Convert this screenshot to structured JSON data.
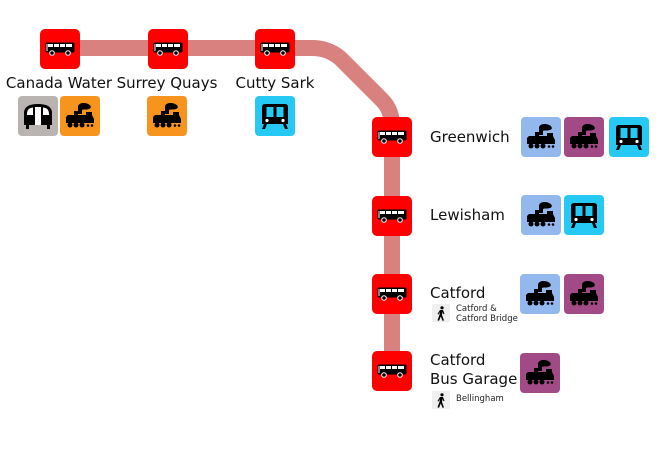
{
  "route": {
    "line_color": "#d9817f",
    "stop_color": "#ff0000",
    "stop_icon": "bus-icon"
  },
  "colors": {
    "underground": "#b9b4b2",
    "overground": "#f7941d",
    "dlr": "#25c9f3",
    "national_rail": "#92b8ee",
    "thameslink": "#a24a86"
  },
  "stops": [
    {
      "name": "Canada Water",
      "interchanges": [
        {
          "mode": "underground",
          "icon": "underground-train-icon",
          "color": "#b9b4b2"
        },
        {
          "mode": "overground",
          "icon": "steam-train-icon",
          "color": "#f7941d"
        }
      ]
    },
    {
      "name": "Surrey Quays",
      "interchanges": [
        {
          "mode": "overground",
          "icon": "steam-train-icon",
          "color": "#f7941d"
        }
      ]
    },
    {
      "name": "Cutty Sark",
      "interchanges": [
        {
          "mode": "dlr",
          "icon": "dlr-train-icon",
          "color": "#25c9f3"
        }
      ]
    },
    {
      "name": "Greenwich",
      "interchanges": [
        {
          "mode": "national_rail",
          "icon": "steam-train-icon",
          "color": "#92b8ee"
        },
        {
          "mode": "thameslink",
          "icon": "steam-train-icon",
          "color": "#a24a86"
        },
        {
          "mode": "dlr",
          "icon": "dlr-train-icon",
          "color": "#25c9f3"
        }
      ]
    },
    {
      "name": "Lewisham",
      "interchanges": [
        {
          "mode": "national_rail",
          "icon": "steam-train-icon",
          "color": "#92b8ee"
        },
        {
          "mode": "dlr",
          "icon": "dlr-train-icon",
          "color": "#25c9f3"
        }
      ]
    },
    {
      "name": "Catford",
      "interchanges": [
        {
          "mode": "national_rail",
          "icon": "steam-train-icon",
          "color": "#92b8ee"
        },
        {
          "mode": "thameslink",
          "icon": "steam-train-icon",
          "color": "#a24a86"
        }
      ],
      "walk": {
        "icon": "walking-person-icon",
        "line1": "Catford &",
        "line2": "Catford Bridge"
      }
    },
    {
      "name_line1": "Catford",
      "name_line2": "Bus Garage",
      "interchanges": [
        {
          "mode": "thameslink",
          "icon": "steam-train-icon",
          "color": "#a24a86"
        }
      ],
      "walk": {
        "icon": "walking-person-icon",
        "line1": "Bellingham"
      }
    }
  ]
}
